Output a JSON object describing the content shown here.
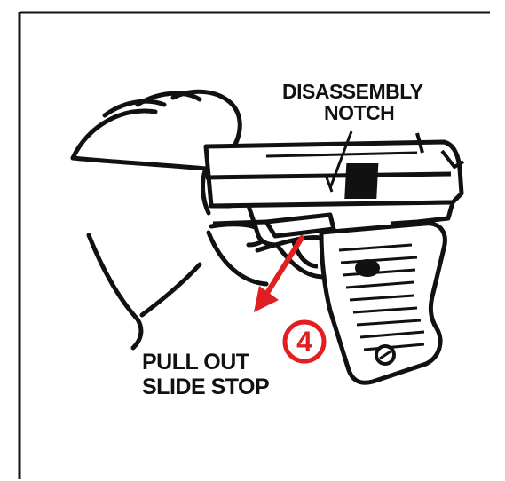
{
  "diagram": {
    "callout_notch": {
      "line1": "DISASSEMBLY",
      "line2": "NOTCH"
    },
    "callout_action": {
      "line1": "PULL OUT",
      "line2": "SLIDE STOP"
    },
    "step_number": "4"
  },
  "colors": {
    "ink": "#111111",
    "accent": "#e02020",
    "background": "#ffffff"
  }
}
